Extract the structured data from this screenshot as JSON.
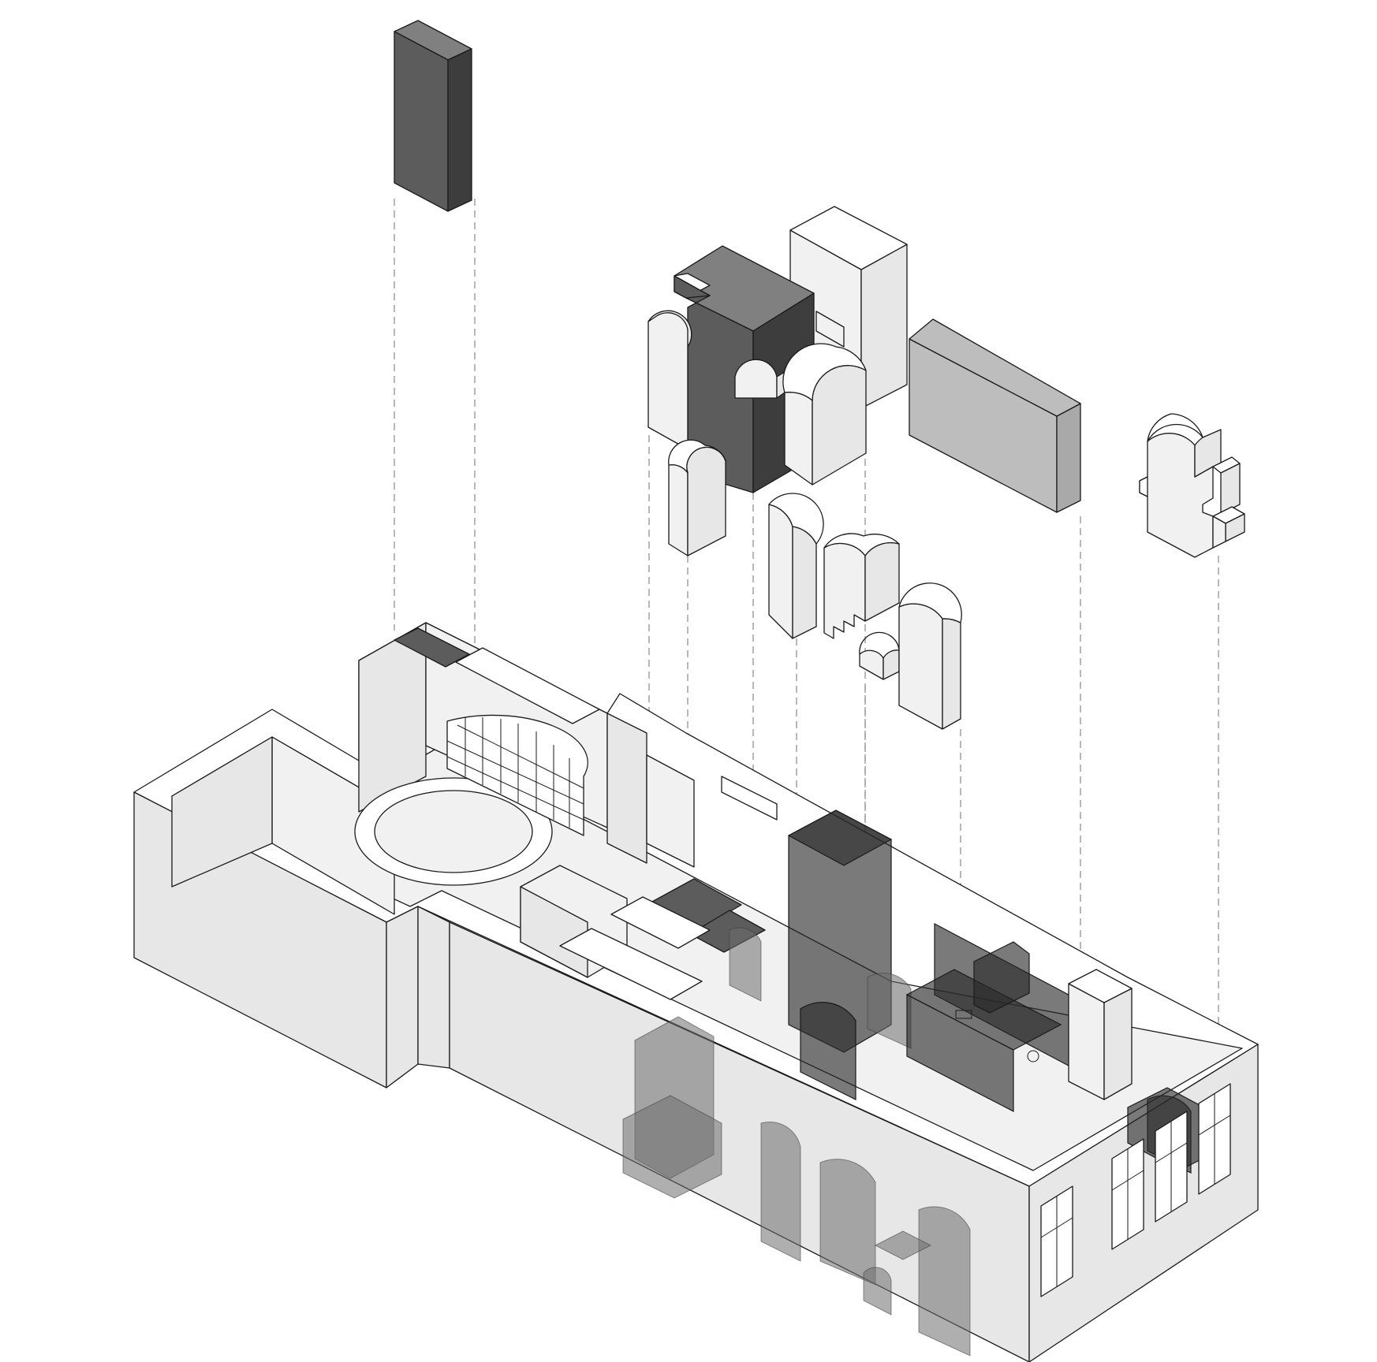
{
  "diagram": {
    "type": "exploded-axonometric",
    "text_labels": [],
    "colors": {
      "light_surface": "#f1f1f1",
      "wall_surface": "#e7e7e7",
      "mid_grey_block": "#bdbdbd",
      "dark_block": "#3d3d3d",
      "guide_line": "#9a9a9a"
    },
    "components": [
      "tall-dark-column",
      "dark-wardrobe-block",
      "light-panel-block",
      "grey-cabinet-block",
      "arched-panels",
      "stepped-arch-panel",
      "small-arch-niche",
      "stepped-cross-object",
      "apartment-floor-plan-volume"
    ]
  }
}
